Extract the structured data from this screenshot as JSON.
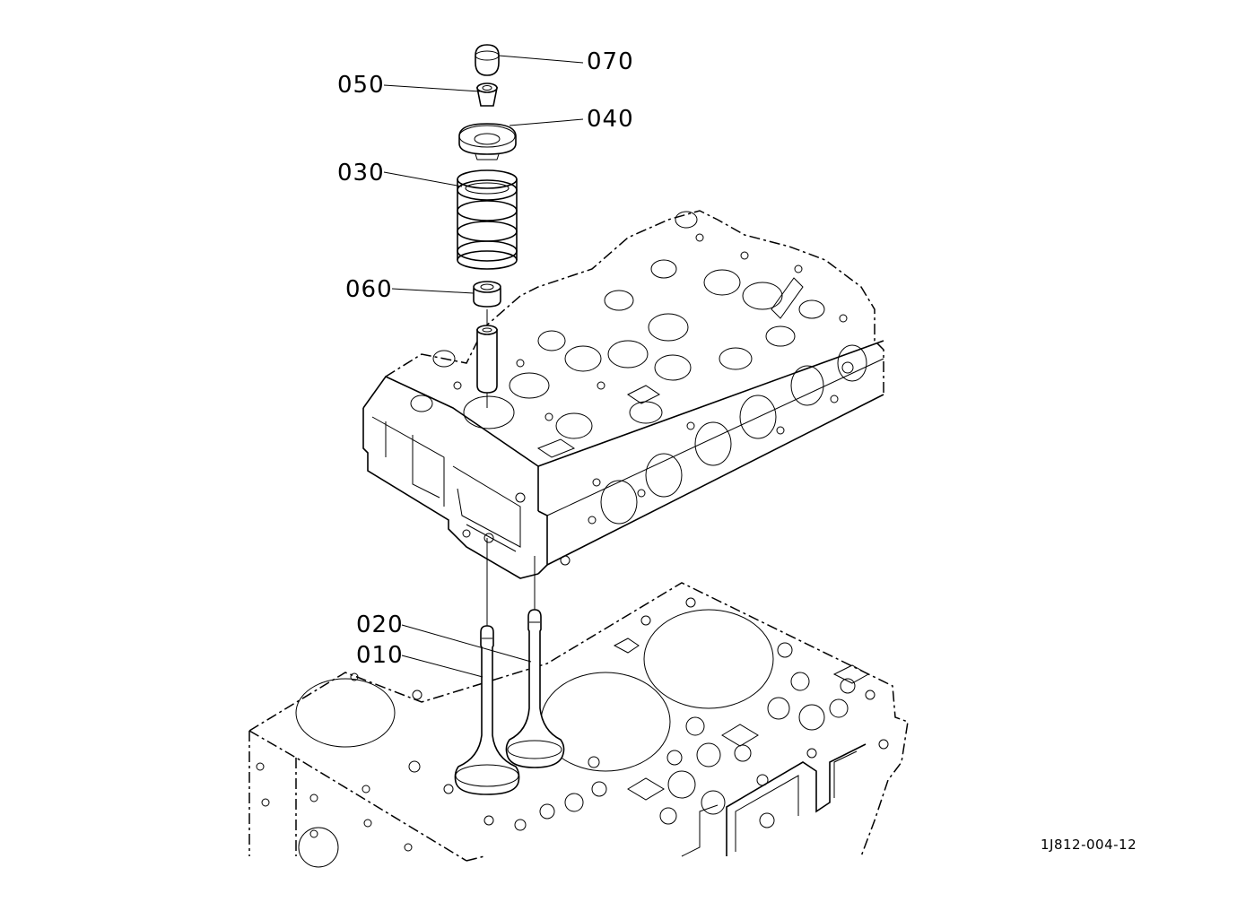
{
  "callouts": {
    "p070": "070",
    "p050": "050",
    "p040": "040",
    "p030": "030",
    "p060": "060",
    "p020": "020",
    "p010": "010"
  },
  "figure_id": "1J812-004-12"
}
